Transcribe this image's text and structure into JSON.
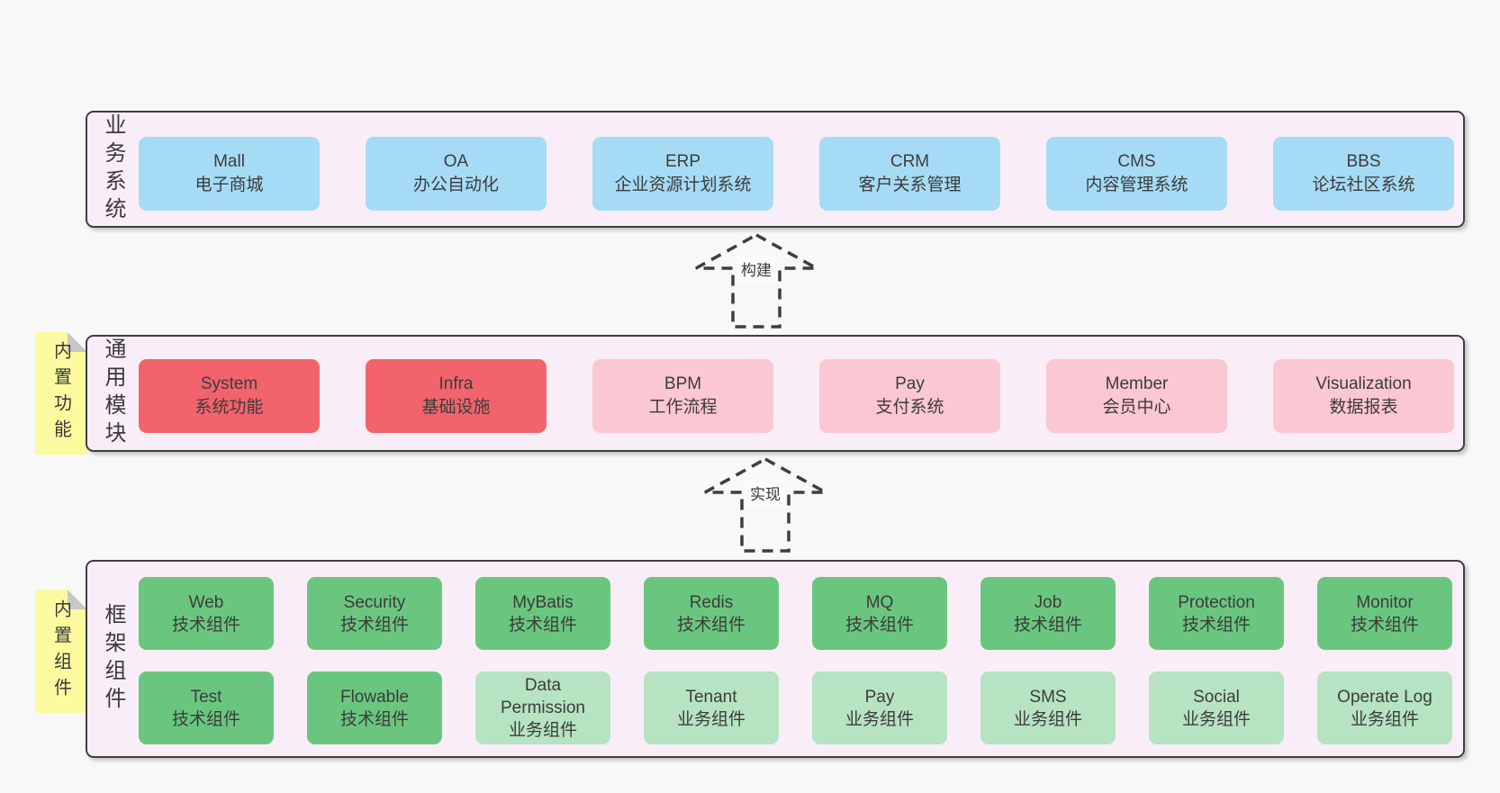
{
  "layers": [
    {
      "side_label": "业务系统",
      "boxes": [
        {
          "title": "Mall",
          "subtitle": "电子商城"
        },
        {
          "title": "OA",
          "subtitle": "办公自动化"
        },
        {
          "title": "ERP",
          "subtitle": "企业资源计划系统"
        },
        {
          "title": "CRM",
          "subtitle": "客户关系管理"
        },
        {
          "title": "CMS",
          "subtitle": "内容管理系统"
        },
        {
          "title": "BBS",
          "subtitle": "论坛社区系统"
        }
      ]
    },
    {
      "side_label": "通用模块",
      "tab_label": "内置功能",
      "boxes": [
        {
          "title": "System",
          "subtitle": "系统功能"
        },
        {
          "title": "Infra",
          "subtitle": "基础设施"
        },
        {
          "title": "BPM",
          "subtitle": "工作流程"
        },
        {
          "title": "Pay",
          "subtitle": "支付系统"
        },
        {
          "title": "Member",
          "subtitle": "会员中心"
        },
        {
          "title": "Visualization",
          "subtitle": "数据报表"
        }
      ]
    },
    {
      "side_label": "框架组件",
      "tab_label": "内置组件",
      "row1": [
        {
          "title": "Web",
          "subtitle": "技术组件"
        },
        {
          "title": "Security",
          "subtitle": "技术组件"
        },
        {
          "title": "MyBatis",
          "subtitle": "技术组件"
        },
        {
          "title": "Redis",
          "subtitle": "技术组件"
        },
        {
          "title": "MQ",
          "subtitle": "技术组件"
        },
        {
          "title": "Job",
          "subtitle": "技术组件"
        },
        {
          "title": "Protection",
          "subtitle": "技术组件"
        },
        {
          "title": "Monitor",
          "subtitle": "技术组件"
        }
      ],
      "row2": [
        {
          "title": "Test",
          "subtitle": "技术组件"
        },
        {
          "title": "Flowable",
          "subtitle": "技术组件"
        },
        {
          "title": "Data Permission",
          "subtitle": "业务组件"
        },
        {
          "title": "Tenant",
          "subtitle": "业务组件"
        },
        {
          "title": "Pay",
          "subtitle": "业务组件"
        },
        {
          "title": "SMS",
          "subtitle": "业务组件"
        },
        {
          "title": "Social",
          "subtitle": "业务组件"
        },
        {
          "title": "Operate Log",
          "subtitle": "业务组件"
        }
      ]
    }
  ],
  "arrows": [
    {
      "label": "构建"
    },
    {
      "label": "实现"
    }
  ],
  "colors": {
    "business_box": "#a6dbf5",
    "core_module_box": "#f2636c",
    "optional_module_box": "#fbc7d2",
    "tech_component_box": "#6ac67e",
    "biz_component_box": "#b6e3c1",
    "sticky_tab": "#fbfa9f",
    "layer_background": "#f9eef8",
    "layer_border": "#3f3f3f"
  }
}
